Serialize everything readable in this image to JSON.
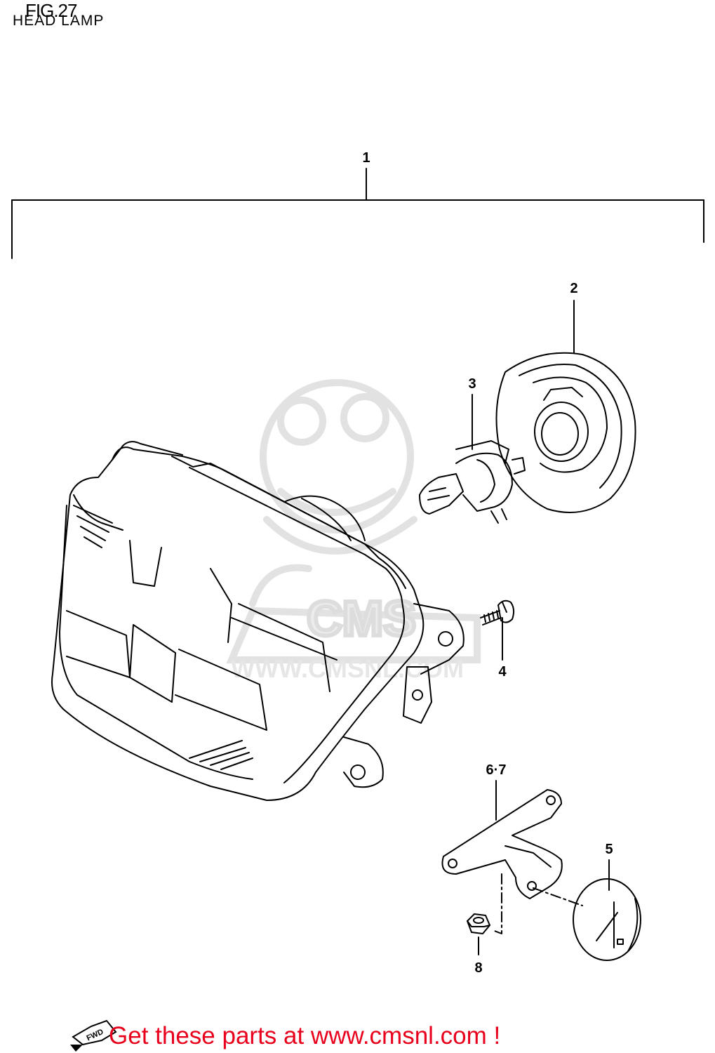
{
  "figure": {
    "number": "FIG.27",
    "caption": "HEAD LAMP"
  },
  "callouts": [
    {
      "id": "1",
      "label": "1"
    },
    {
      "id": "2",
      "label": "2"
    },
    {
      "id": "3",
      "label": "3"
    },
    {
      "id": "4",
      "label": "4"
    },
    {
      "id": "5",
      "label": "5"
    },
    {
      "id": "6-7",
      "label": "6·7"
    },
    {
      "id": "8",
      "label": "8"
    }
  ],
  "watermark": {
    "brand": "CMS",
    "url": "WWW.CMSNL.COM"
  },
  "direction_badge": "FWD",
  "promo_text": "Get these parts at www.cmsnl.com !",
  "colors": {
    "line": "#000000",
    "promo": "#e8001c",
    "watermark": "#e0e0e0",
    "background": "#ffffff"
  }
}
